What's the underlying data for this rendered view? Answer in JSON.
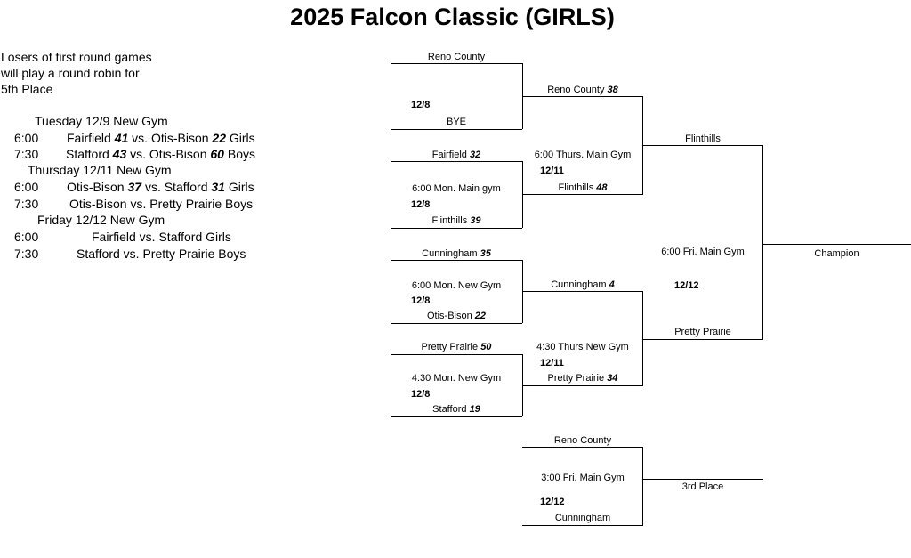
{
  "title": "2025 Falcon Classic (GIRLS)",
  "note": {
    "line1": "Losers of first round games",
    "line2": "will play a round robin for",
    "line3": "5th Place"
  },
  "schedule": {
    "days": [
      {
        "label": "Tuesday 12/9 New Gym"
      },
      {
        "label": "Thursday 12/11 New Gym"
      },
      {
        "label": "Friday 12/12 New Gym"
      }
    ],
    "games": [
      {
        "time": "6:00",
        "team1": "Fairfield",
        "score1": "41",
        "vs": "vs.",
        "team2": "Otis-Bison",
        "score2": "22",
        "gender": "Girls"
      },
      {
        "time": "7:30",
        "team1": "Stafford",
        "score1": "43",
        "vs": "vs.",
        "team2": "Otis-Bison",
        "score2": "60",
        "gender": "Boys"
      },
      {
        "time": "6:00",
        "team1": "Otis-Bison",
        "score1": "37",
        "vs": "vs.",
        "team2": "Stafford",
        "score2": "31",
        "gender": "Girls"
      },
      {
        "time": "7:30",
        "text": "Otis-Bison vs. Pretty Prairie Boys"
      },
      {
        "time": "6:00",
        "text": "Fairfield vs. Stafford Girls"
      },
      {
        "time": "7:30",
        "text": "Stafford vs. Pretty Prairie Boys"
      }
    ]
  },
  "bracket": {
    "r1": [
      {
        "team1": "Reno County",
        "score1": "",
        "team2": "BYE",
        "score2": "",
        "info": "",
        "date": "12/8"
      },
      {
        "team1": "Fairfield",
        "score1": "32",
        "team2": "Flinthills",
        "score2": "39",
        "info": "6:00 Mon. Main gym",
        "date": "12/8"
      },
      {
        "team1": "Cunningham",
        "score1": "35",
        "team2": "Otis-Bison",
        "score2": "22",
        "info": "6:00 Mon. New Gym",
        "date": "12/8"
      },
      {
        "team1": "Pretty Prairie",
        "score1": "50",
        "team2": "Stafford",
        "score2": "19",
        "info": "4:30 Mon. New Gym",
        "date": "12/8"
      }
    ],
    "r2": [
      {
        "team1": "Reno County",
        "score1": "38",
        "team2": "Flinthills",
        "score2": "48",
        "info": "6:00 Thurs. Main Gym",
        "date": "12/11"
      },
      {
        "team1": "Cunningham",
        "score1": "4",
        "team2": "Pretty Prairie",
        "score2": "34",
        "info": "4:30 Thurs New Gym",
        "date": "12/11"
      }
    ],
    "final": {
      "team1": "Flinthills",
      "team2": "Pretty Prairie",
      "info": "6:00 Fri. Main Gym",
      "date": "12/12",
      "champion": "Champion"
    },
    "third": {
      "team1": "Reno County",
      "team2": "Cunningham",
      "info": "3:00 Fri. Main Gym",
      "date": "12/12",
      "label": "3rd Place"
    }
  }
}
